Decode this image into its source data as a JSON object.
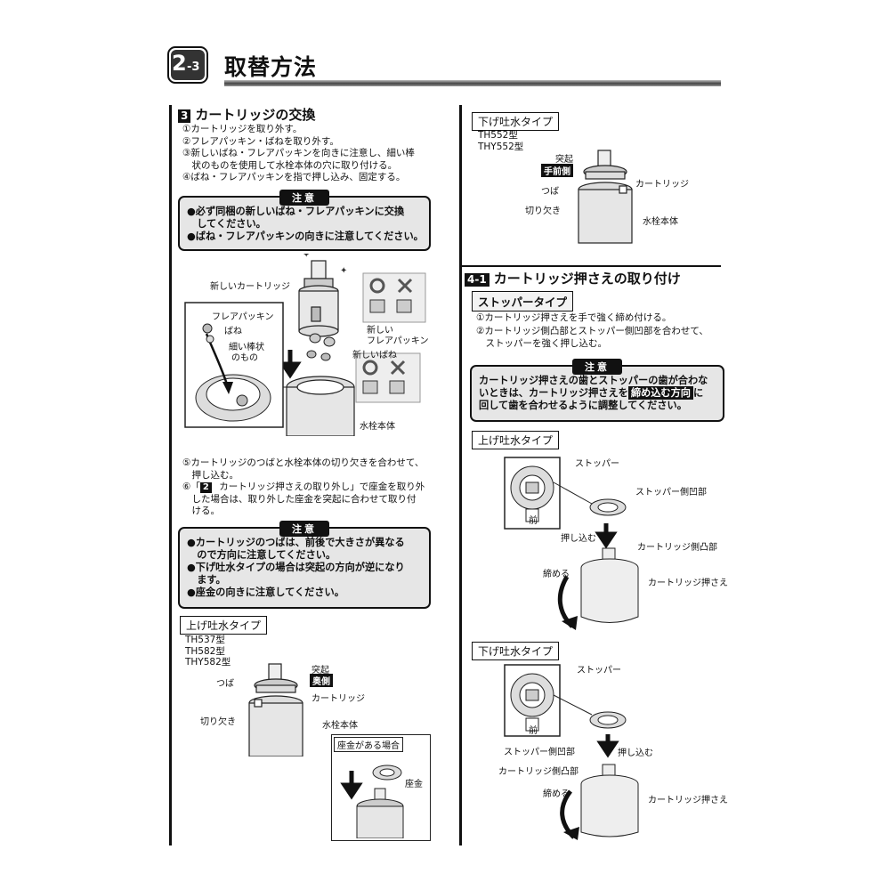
{
  "header": {
    "badge_main": "2",
    "badge_sub": "-3",
    "title": "取替方法"
  },
  "section3": {
    "number": "3",
    "title": "カートリッジの交換",
    "steps": [
      "①カートリッジを取り外す。",
      "②フレアパッキン・ばねを取り外す。",
      "③新しいばね・フレアパッキンを向きに注意し、細い棒",
      "　状のものを使用して水栓本体の穴に取り付ける。",
      "④ばね・フレアパッキンを指で押し込み、固定する。"
    ],
    "caution1": {
      "tag": "注意",
      "lines": [
        "●必ず同梱の新しいばね・フレアパッキンに交換",
        "　してください。",
        "●ばね・フレアパッキンの向きに注意してください。"
      ]
    },
    "fig1": {
      "new_cartridge": "新しいカートリッジ",
      "flare_packing": "フレアパッキン",
      "spring": "ばね",
      "thin_rod": "細い棒状",
      "thin_rod2": "のもの",
      "new_flare1": "新しい",
      "new_flare2": "フレアパッキン",
      "new_spring": "新しいばね",
      "faucet_body": "水栓本体"
    },
    "steps2": [
      "⑤カートリッジのつばと水栓本体の切り欠きを合わせて、",
      "　押し込む。"
    ],
    "step6_pre": "⑥「",
    "step6_num": "2",
    "step6_post": " カートリッジ押さえの取り外し」で座金を取り外",
    "steps3": [
      "　した場合は、取り外した座金を突起に合わせて取り付",
      "　ける。"
    ],
    "caution2": {
      "tag": "注意",
      "lines": [
        "●カートリッジのつばは、前後で大きさが異なる",
        "　ので方向に注意してください。",
        "●下げ吐水タイプの場合は突起の方向が逆になり",
        "　ます。",
        "●座金の向きに注意してください。"
      ]
    },
    "upper_type": {
      "label": "上げ吐水タイプ",
      "models": [
        "TH537型",
        "TH582型",
        "THY582型"
      ],
      "projection": "突起",
      "back_side": "奥側",
      "flange": "つば",
      "cartridge": "カートリッジ",
      "notch": "切り欠き",
      "faucet_body": "水栓本体"
    },
    "washer_case": {
      "title": "座金がある場合",
      "washer": "座金"
    }
  },
  "lower_type_top": {
    "label": "下げ吐水タイプ",
    "models": [
      "TH552型",
      "THY552型"
    ],
    "projection": "突起",
    "front_side": "手前側",
    "flange": "つば",
    "cartridge": "カートリッジ",
    "notch": "切り欠き",
    "faucet_body": "水栓本体"
  },
  "section41": {
    "number": "4-1",
    "title": "カートリッジ押さえの取り付け",
    "stopper_type": "ストッパータイプ",
    "steps": [
      "①カートリッジ押さえを手で強く締め付ける。",
      "②カートリッジ側凸部とストッパー側凹部を合わせて、",
      "　ストッパーを強く押し込む。"
    ],
    "caution": {
      "tag": "注意",
      "line1": "カートリッジ押さえの歯とストッパーの歯が合わな",
      "line2_pre": "いときは、カートリッジ押さえを",
      "line2_hl": "締め込む方向",
      "line2_post": "に",
      "line3": "回して歯を合わせるように調整してください。"
    },
    "upper": {
      "label": "上げ吐水タイプ",
      "stopper": "ストッパー",
      "stopper_recess": "ストッパー側凹部",
      "front": "前",
      "push_in": "押し込む",
      "cart_convex": "カートリッジ側凸部",
      "tighten": "締める",
      "holder": "カートリッジ押さえ"
    },
    "lower": {
      "label": "下げ吐水タイプ",
      "stopper": "ストッパー",
      "front": "前",
      "stopper_recess": "ストッパー側凹部",
      "push_in": "押し込む",
      "cart_convex": "カートリッジ側凸部",
      "tighten": "締める",
      "holder": "カートリッジ押さえ"
    }
  }
}
